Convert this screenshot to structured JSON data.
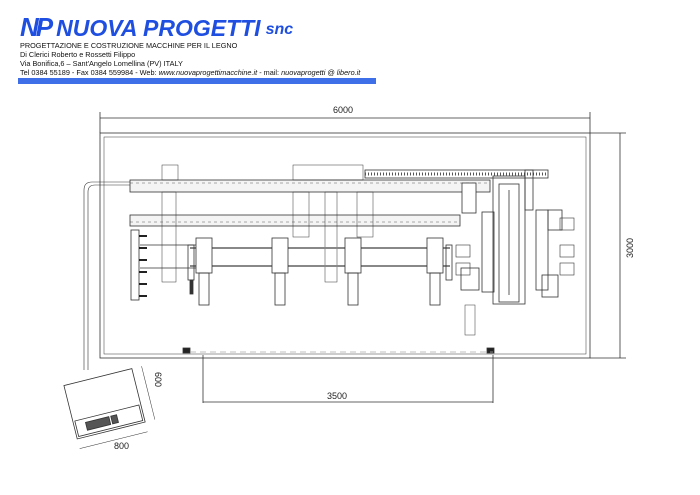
{
  "header": {
    "logo_mark": "NP",
    "company_name": "NUOVA PROGETTI",
    "company_suffix": "snc",
    "tagline": "PROGETTAZIONE E COSTRUZIONE MACCHINE PER IL LEGNO",
    "owners": "Di Clerici Roberto e Rossetti Filippo",
    "address": "Via Bonifica,6 – Sant'Angelo Lomellina (PV) ITALY",
    "contact_prefix": "Tel 0384 55189  -  Fax 0384 559984  - Web: ",
    "web": "www.nuovaprogettimacchine.it",
    "mail_prefix": " - mail: ",
    "mail": "nuovaprogetti @ libero.it",
    "accent_color": "#3f6fe8"
  },
  "drawing": {
    "dim_length": "6000",
    "dim_width": "3000",
    "dim_carriage_span": "3500",
    "dim_console_depth": "600",
    "dim_console_width": "800"
  }
}
